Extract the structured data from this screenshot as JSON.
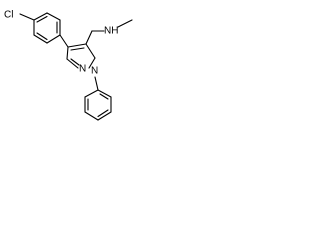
{
  "structure": {
    "atoms": {
      "chlorine": "Cl",
      "amine": "NH",
      "pyrazole_n2": "N",
      "pyrazole_n1": "N"
    }
  }
}
